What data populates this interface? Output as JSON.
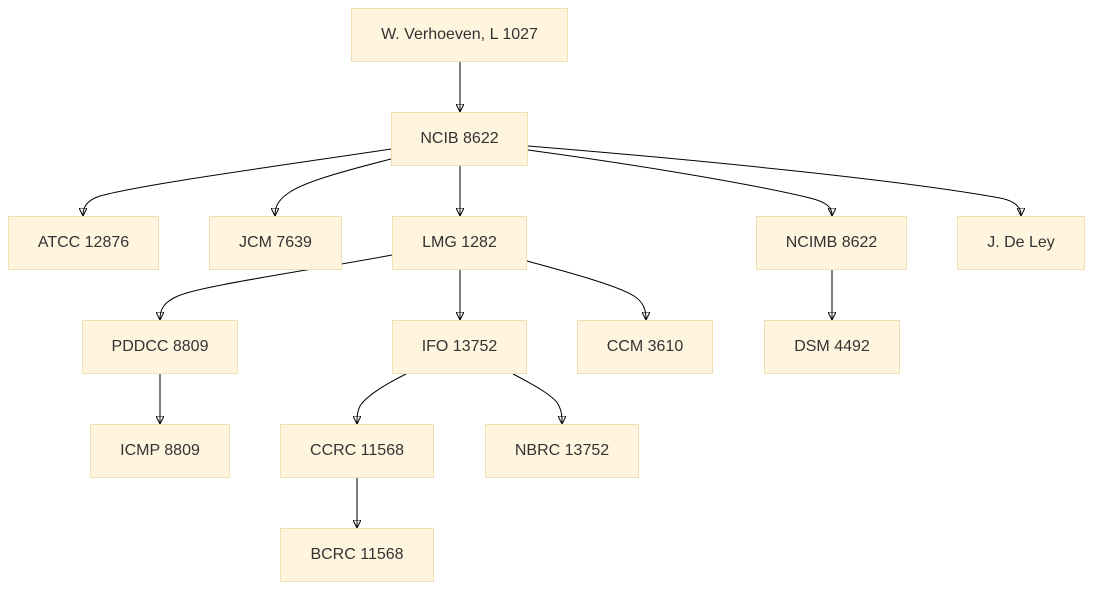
{
  "nodes": {
    "verhoeven": "W. Verhoeven, L 1027",
    "ncib": "NCIB 8622",
    "atcc": "ATCC 12876",
    "jcm": "JCM 7639",
    "lmg": "LMG 1282",
    "ncimb": "NCIMB 8622",
    "deley": "J. De Ley",
    "pddcc": "PDDCC 8809",
    "ifo": "IFO 13752",
    "ccm": "CCM 3610",
    "dsm": "DSM 4492",
    "icmp": "ICMP 8809",
    "ccrc": "CCRC 11568",
    "nbrc": "NBRC 13752",
    "bcrc": "BCRC 11568"
  },
  "edges": [
    {
      "from": "verhoeven",
      "to": "ncib"
    },
    {
      "from": "ncib",
      "to": "atcc"
    },
    {
      "from": "ncib",
      "to": "jcm"
    },
    {
      "from": "ncib",
      "to": "lmg"
    },
    {
      "from": "ncib",
      "to": "ncimb"
    },
    {
      "from": "ncib",
      "to": "deley"
    },
    {
      "from": "lmg",
      "to": "pddcc"
    },
    {
      "from": "lmg",
      "to": "ifo"
    },
    {
      "from": "lmg",
      "to": "ccm"
    },
    {
      "from": "ncimb",
      "to": "dsm"
    },
    {
      "from": "pddcc",
      "to": "icmp"
    },
    {
      "from": "ifo",
      "to": "ccrc"
    },
    {
      "from": "ifo",
      "to": "nbrc"
    },
    {
      "from": "ccrc",
      "to": "bcrc"
    }
  ],
  "colors": {
    "node_fill": "#fff4dd",
    "node_border": "#f0dfb3",
    "edge": "#000000",
    "text": "#333333"
  }
}
